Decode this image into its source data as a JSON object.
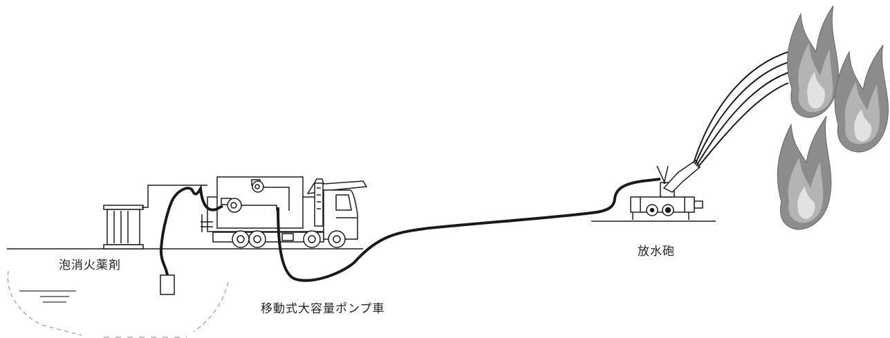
{
  "labels": {
    "foam_agent": "泡消火薬剤",
    "pump_truck": "移動式大容量ポンプ車",
    "water_cannon": "放水砲"
  },
  "colors": {
    "line": "#1a1a1a",
    "fire_outer": "#8c8c8c",
    "fire_mid": "#b4b4b4",
    "fire_inner": "#e2e2e2",
    "water_dash": "#9a9a9a"
  }
}
